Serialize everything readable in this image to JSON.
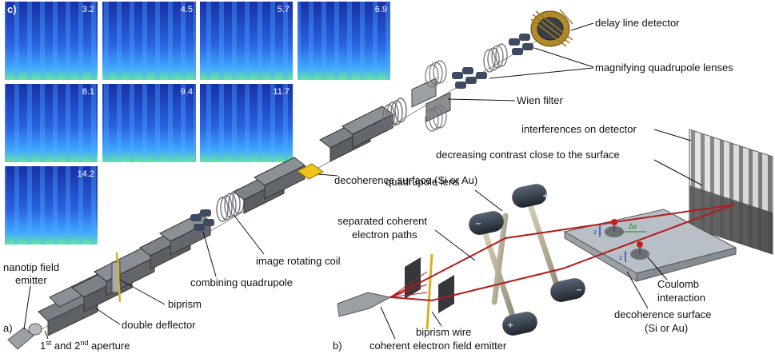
{
  "panels": {
    "a": "a)",
    "b": "b)",
    "c": "c)"
  },
  "tiles": [
    "3.2",
    "4.5",
    "5.7",
    "6.9",
    "8.1",
    "9.4",
    "11.7",
    "14.2"
  ],
  "labels_a": {
    "delay_line_detector": "delay line detector",
    "magnifying_quadrupole_lenses": "magnifying quadrupole lenses",
    "wien_filter": "Wien filter",
    "decoherence_surface": "decoherence surface (Si or Au)",
    "image_rotating_coil": "image rotating coil",
    "combining_quadrupole": "combining quadrupole",
    "biprism": "biprism",
    "double_deflector": "double deflector",
    "nanotip_line1": "nanotip field",
    "nanotip_line2": "emitter",
    "aperture_1": "1",
    "aperture_st": "st",
    "aperture_and": " and 2",
    "aperture_nd": "nd",
    "aperture_rest": " aperture"
  },
  "labels_b": {
    "interferences_on_detector": "interferences on detector",
    "decreasing_contrast": "decreasing contrast close to the surface",
    "quadrupole_lens": "quadrupole lens",
    "separated_paths_line1": "separated coherent",
    "separated_paths_line2": "electron paths",
    "coulomb_line1": "Coulomb",
    "coulomb_line2": "interaction",
    "decoherence_line1": "decoherence surface",
    "decoherence_line2": "(Si or Au)",
    "biprism_wire": "biprism wire",
    "coherent_emitter": "coherent electron field emitter",
    "delta_x": "Δx",
    "z_marker": "z"
  },
  "colors": {
    "tile_dark": "#1b2fb8",
    "tile_light": "#3fa0ff",
    "tile_green": "#5fe28a",
    "beam_red": "#b11c1c",
    "component_gray": "#6a6e73",
    "biprism_gold": "#d4b128"
  }
}
